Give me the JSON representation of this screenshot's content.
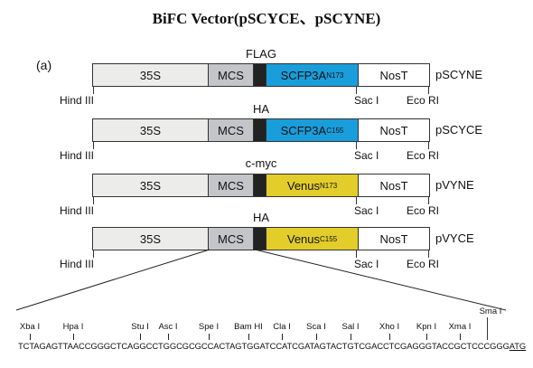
{
  "title": "BiFC Vector(pSCYCE、pSCYNE)",
  "panel_label": "(a)",
  "constructs": [
    {
      "name": "pSCYNE",
      "tag": "FLAG",
      "promoter": "35S",
      "mcs": "MCS",
      "fp_name": "SCFP3A",
      "fp_sub": "N173",
      "fp_color": "#1a9ddb",
      "terminator": "NosT",
      "site_left": "Hind III",
      "site_mid": "Sac I",
      "site_right": "Eco RI"
    },
    {
      "name": "pSCYCE",
      "tag": "HA",
      "promoter": "35S",
      "mcs": "MCS",
      "fp_name": "SCFP3A",
      "fp_sub": "C155",
      "fp_color": "#1a9ddb",
      "terminator": "NosT",
      "site_left": "Hind III",
      "site_mid": "Sac I",
      "site_right": "Eco RI"
    },
    {
      "name": "pVYNE",
      "tag": "c-myc",
      "promoter": "35S",
      "mcs": "MCS",
      "fp_name": "Venus",
      "fp_sub": "N173",
      "fp_color": "#e3cd2a",
      "terminator": "NosT",
      "site_left": "Hind III",
      "site_mid": "Sac I",
      "site_right": "Eco RI"
    },
    {
      "name": "pVYCE",
      "tag": "HA",
      "promoter": "35S",
      "mcs": "MCS",
      "fp_name": "Venus",
      "fp_sub": "C155",
      "fp_color": "#e3cd2a",
      "terminator": "NosT",
      "site_left": "Hind III",
      "site_mid": "Sac I",
      "site_right": "Eco RI"
    }
  ],
  "mcs_sites": [
    "Xba I",
    "Hpa I",
    "Stu I",
    "Asc I",
    "Spe I",
    "Bam HI",
    "Cla I",
    "Sca I",
    "Sal I",
    "Xho I",
    "Kpn I",
    "Xma I"
  ],
  "mcs_site_upper": "Sma I",
  "mcs_sequence": "TCTAGAGTTAACCGGGCTCAGGCCTGGCGCGCCACTAGTGGATCCATCGATAGTACTGTCGACCTCGAGGGTACCGCTCCCGGG",
  "mcs_sequence_end": "ATG"
}
